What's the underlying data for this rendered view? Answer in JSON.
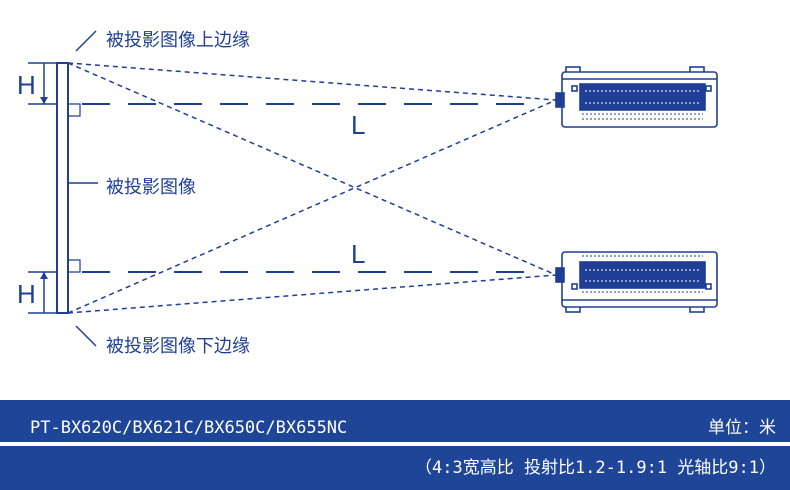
{
  "labels": {
    "upper_edge": "被投影图像上边缘",
    "image": "被投影图像",
    "lower_edge": "被投影图像下边缘",
    "h_top": "H",
    "h_bottom": "H",
    "l_top": "L",
    "l_bottom": "L"
  },
  "footer": {
    "models": "PT-BX620C/BX621C/BX650C/BX655NC",
    "unit": "单位：米",
    "spec": "（4:3宽高比 投射比1.2-1.9:1 光轴比9:1）"
  },
  "colors": {
    "line": "#1f3f96",
    "footer_bg": "#1e4597",
    "projector_body": "#ffffff",
    "projector_panel": "#1f3f96"
  }
}
